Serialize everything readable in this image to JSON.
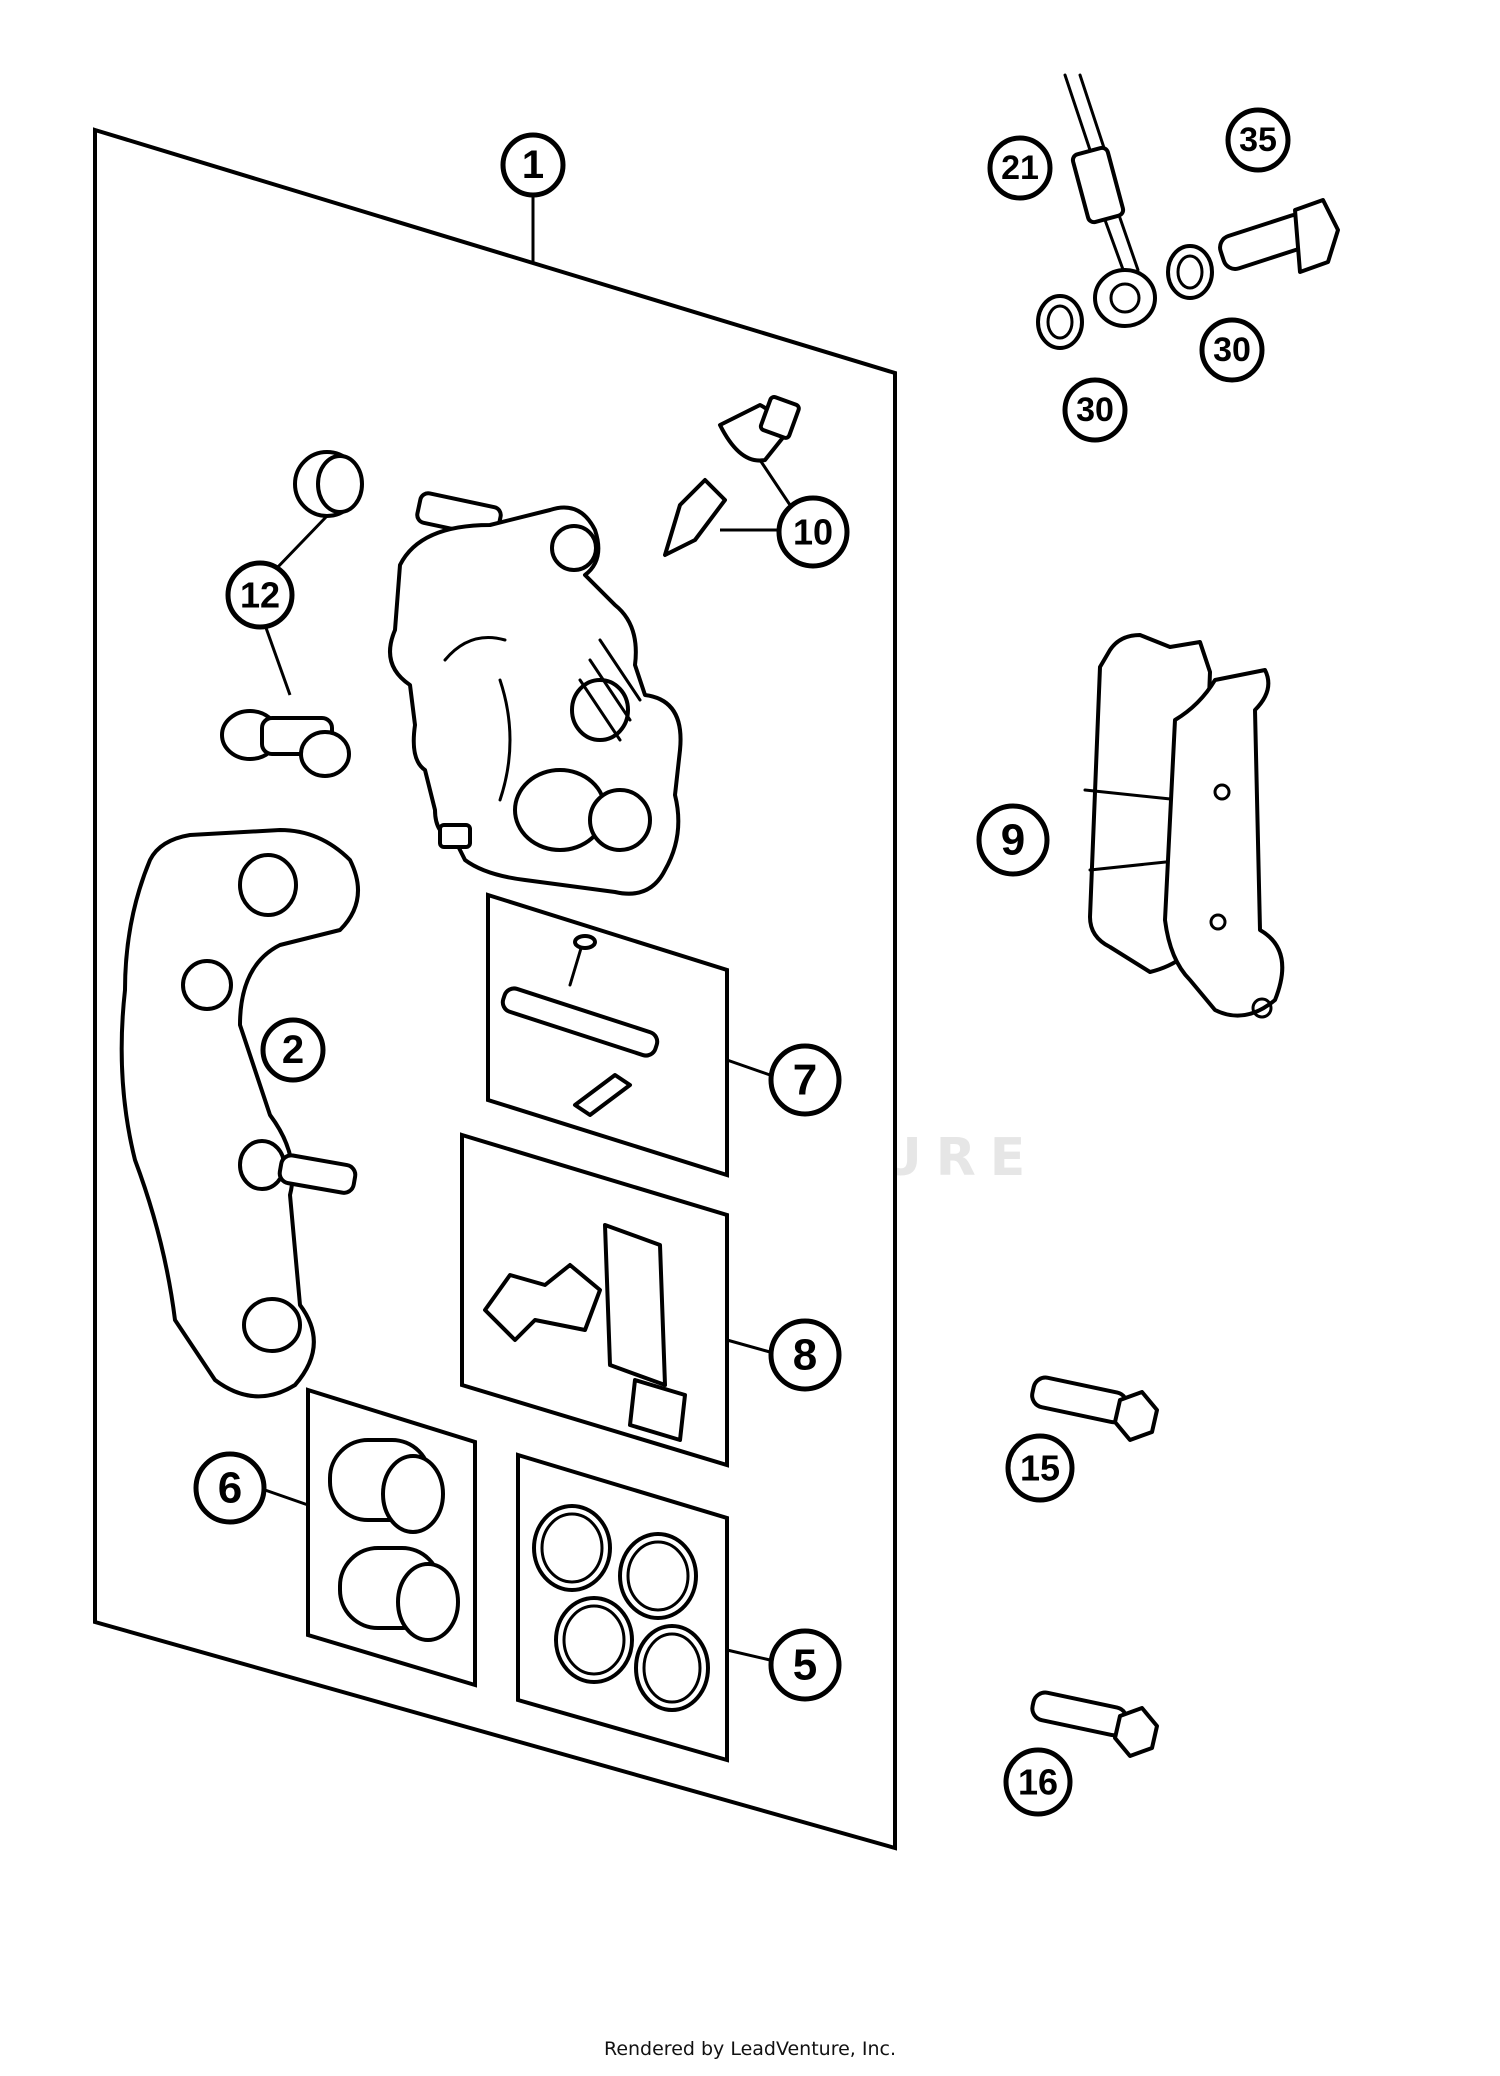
{
  "watermark": "LEADVENTURE",
  "credit": "Rendered by LeadVenture, Inc.",
  "callouts": [
    {
      "id": "1",
      "label": "1"
    },
    {
      "id": "2",
      "label": "2"
    },
    {
      "id": "5",
      "label": "5"
    },
    {
      "id": "6",
      "label": "6"
    },
    {
      "id": "7",
      "label": "7"
    },
    {
      "id": "8",
      "label": "8"
    },
    {
      "id": "9",
      "label": "9"
    },
    {
      "id": "10",
      "label": "10"
    },
    {
      "id": "12",
      "label": "12"
    },
    {
      "id": "15",
      "label": "15"
    },
    {
      "id": "16",
      "label": "16"
    },
    {
      "id": "21",
      "label": "21"
    },
    {
      "id": "30a",
      "label": "30"
    },
    {
      "id": "30b",
      "label": "30"
    },
    {
      "id": "35",
      "label": "35"
    }
  ]
}
